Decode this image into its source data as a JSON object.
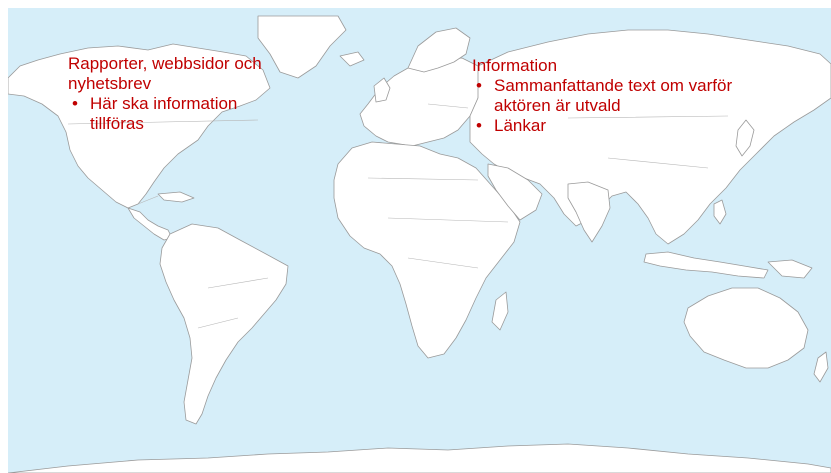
{
  "colors": {
    "ocean": "#d6eef9",
    "land": "#ffffff",
    "coast": "#9a9a9a",
    "text": "#c00000"
  },
  "left_panel": {
    "heading_line1": "Rapporter, webbsidor och",
    "heading_line2": "nyhetsbrev",
    "items": [
      {
        "line1": "Här ska information",
        "line2": "tillföras"
      }
    ]
  },
  "right_panel": {
    "heading": "Information",
    "items": [
      {
        "line1": "Sammanfattande text om varför",
        "line2": "aktören är utvald"
      },
      {
        "line1": "Länkar",
        "line2": ""
      }
    ]
  },
  "bullet_glyph": "•"
}
